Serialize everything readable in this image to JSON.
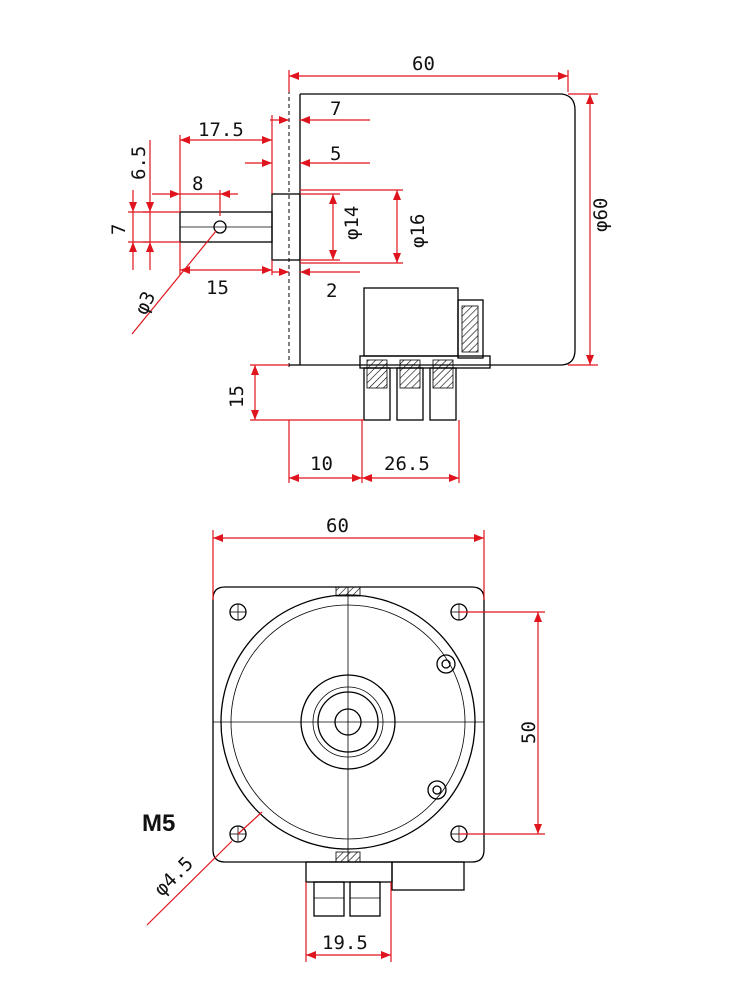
{
  "colors": {
    "dimension": "#e0141e",
    "outline": "#000000",
    "background": "#ffffff"
  },
  "side_view": {
    "dims": {
      "length": "60",
      "diameter": "φ60",
      "shaft_step": "7",
      "shaft_length": "17.5",
      "boss_length": "5",
      "hole_to_end": "8",
      "flat_height": "6.5",
      "shaft_dia_small": "7",
      "boss_dia": "φ14",
      "hub_dia": "φ16",
      "cross_hole": "φ3",
      "hole_offset": "15",
      "flange_thickness": "2",
      "terminal_height": "15",
      "terminal_offset": "10",
      "terminal_width": "26.5"
    }
  },
  "front_view": {
    "dims": {
      "width": "60",
      "hole_spacing": "50",
      "hole_dia": "φ4.5",
      "terminal_width": "19.5"
    },
    "thread_label": "M5"
  }
}
